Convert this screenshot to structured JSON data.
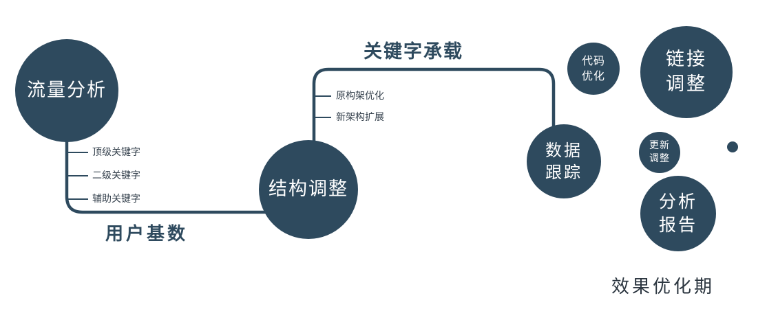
{
  "colors": {
    "primary": "#2e4a5e"
  },
  "nodes": {
    "traffic_analysis": "流量分析",
    "structure_adjustment": "结构调整",
    "data_tracking": "数据\n跟踪",
    "code_optimization": "代码\n优化",
    "link_adjustment": "链接\n调整",
    "update_adjustment": "更新\n调整",
    "analysis_report": "分析\n报告"
  },
  "edge_labels": {
    "user_base": "用户基数",
    "keyword_carrying": "关键字承载"
  },
  "branch_labels": {
    "left": [
      "顶级关键字",
      "二级关键字",
      "辅助关键字"
    ],
    "middle": [
      "原构架优化",
      "新架构扩展"
    ]
  },
  "footer": "效果优化期"
}
